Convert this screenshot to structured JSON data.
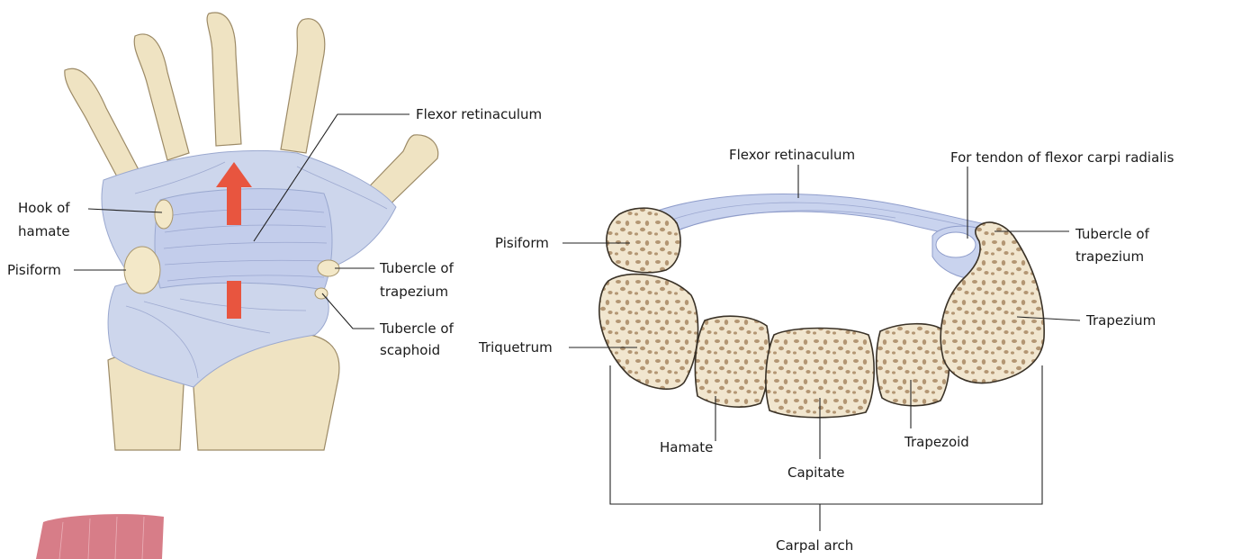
{
  "left_panel": {
    "labels": {
      "flexor_retinaculum": "Flexor retinaculum",
      "hook_of_hamate_1": "Hook of",
      "hook_of_hamate_2": "hamate",
      "pisiform": "Pisiform",
      "tubercle_trapezium_1": "Tubercle of",
      "tubercle_trapezium_2": "trapezium",
      "tubercle_scaphoid_1": "Tubercle of",
      "tubercle_scaphoid_2": "scaphoid"
    }
  },
  "right_panel": {
    "labels": {
      "flexor_retinaculum": "Flexor retinaculum",
      "flexor_carpi_radialis": "For tendon of flexor carpi radialis",
      "pisiform": "Pisiform",
      "tubercle_trapezium_1": "Tubercle of",
      "tubercle_trapezium_2": "trapezium",
      "trapezium": "Trapezium",
      "triquetrum": "Triquetrum",
      "hamate": "Hamate",
      "capitate": "Capitate",
      "trapezoid": "Trapezoid",
      "carpal_arch": "Carpal arch"
    }
  },
  "colors": {
    "ligament": "#cdd6ec",
    "bone": "#efe3c2",
    "arrow": "#e8553f",
    "cancellous": "#b39673"
  }
}
